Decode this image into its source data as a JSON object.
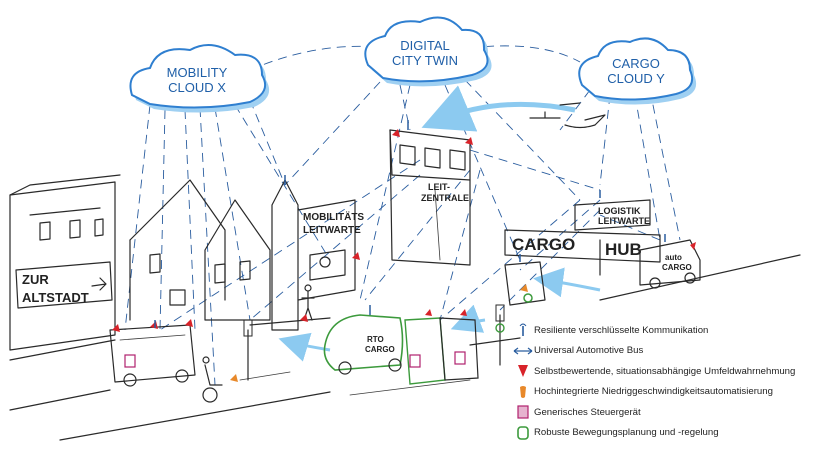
{
  "clouds": {
    "mobility": {
      "line1": "MOBILITY",
      "line2": "CLOUD X"
    },
    "twin": {
      "line1": "DIGITAL",
      "line2": "CITY TWIN"
    },
    "cargo": {
      "line1": "CARGO",
      "line2": "CLOUD Y"
    }
  },
  "labels": {
    "leitzentrale_1": "LEIT-",
    "leitzentrale_2": "ZENTRALE",
    "mobilitaets_1": "MOBILITÄTS",
    "mobilitaets_2": "LEITWARTE",
    "logistik_1": "LOGISTIK",
    "logistik_2": "LEITWARTE",
    "cargo_hub_1": "CARGO",
    "cargo_hub_2": "HUB",
    "altstadt_1": "ZUR",
    "altstadt_2": "ALTSTADT",
    "auto_cargo_1": "auto",
    "auto_cargo_2": "CARGO",
    "rto_cargo_1": "RTO",
    "rto_cargo_2": "CARGO"
  },
  "legend": [
    {
      "icon": "antenna-icon",
      "text": "Resiliente verschlüsselte Kommunikation"
    },
    {
      "icon": "bus-line-icon",
      "text": "Universal Automotive Bus"
    },
    {
      "icon": "red-sensor-icon",
      "text": "Selbstbewertende, situationsabhängige Umfeldwahrnehmung"
    },
    {
      "icon": "orange-sensor-icon",
      "text": "Hochintegrierte Niedriggeschwindigkeitsautomatisierung"
    },
    {
      "icon": "control-unit-icon",
      "text": "Generisches Steuergerät"
    },
    {
      "icon": "motion-control-icon",
      "text": "Robuste Bewegungsplanung und -regelung"
    }
  ],
  "colors": {
    "cloud_stroke": "#2f7fd0",
    "cloud_shadow": "#9fd0f2",
    "link": "#2a5d9f",
    "sensor_red": "#d8232a",
    "sensor_orange": "#e8892a",
    "control_unit": "#b0216e",
    "motion_green": "#3c9a3c"
  }
}
